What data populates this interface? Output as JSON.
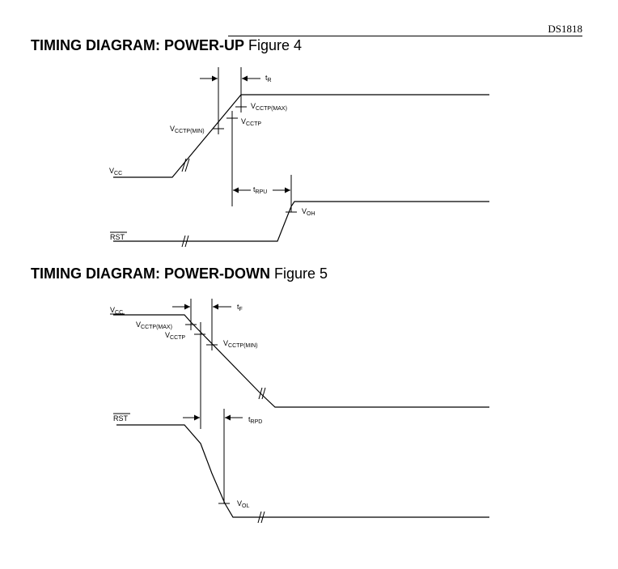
{
  "header": {
    "doc_code": "DS1818"
  },
  "fig4": {
    "title_bold": "TIMING DIAGRAM: POWER-UP",
    "title_plain": "Figure 4",
    "labels": {
      "vcc_main": "V",
      "vcc_sub": "CC",
      "vcctp_min_main": "V",
      "vcctp_min_sub": "CCTP(MIN)",
      "vcctp_main": "V",
      "vcctp_sub": "CCTP",
      "vcctp_max_main": "V",
      "vcctp_max_sub": "CCTP(MAX)",
      "tr_main": "t",
      "tr_sub": "R",
      "trpu_main": "t",
      "trpu_sub": "RPU",
      "voh_main": "V",
      "voh_sub": "OH",
      "rst": "RST"
    }
  },
  "fig5": {
    "title_bold": "TIMING DIAGRAM: POWER-DOWN",
    "title_plain": "Figure 5",
    "labels": {
      "vcc_main": "V",
      "vcc_sub": "CC",
      "vcctp_max_main": "V",
      "vcctp_max_sub": "CCTP(MAX)",
      "vcctp_main": "V",
      "vcctp_sub": "CCTP",
      "vcctp_min_main": "V",
      "vcctp_min_sub": "CCTP(MIN)",
      "tf_main": "t",
      "tf_sub": "F",
      "trpd_main": "t",
      "trpd_sub": "RPD",
      "vol_main": "V",
      "vol_sub": "OL",
      "rst": "RST"
    }
  }
}
